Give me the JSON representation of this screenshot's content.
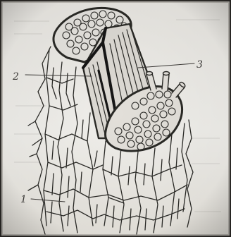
{
  "figure": {
    "callout_labels": [
      "1",
      "2",
      "3"
    ]
  }
}
